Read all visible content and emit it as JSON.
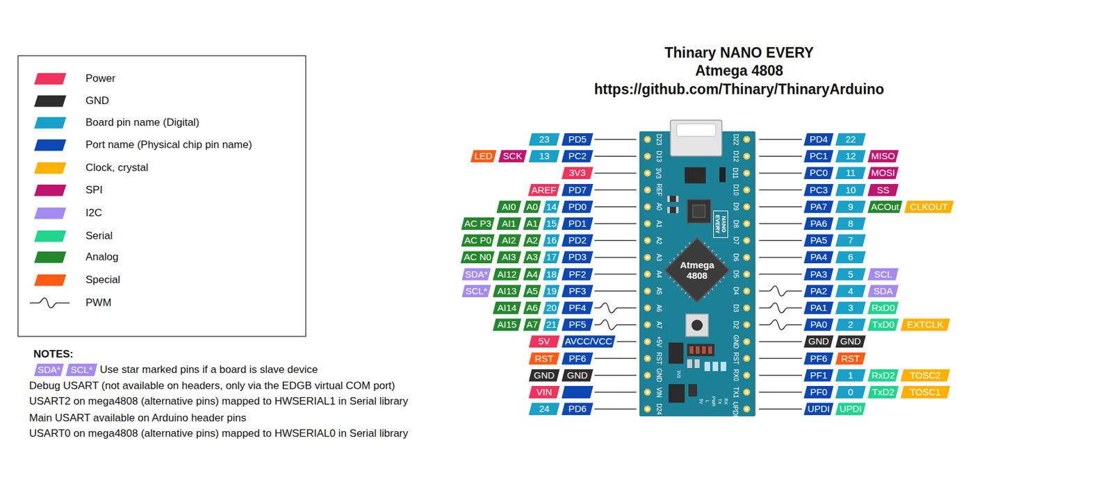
{
  "diagram": {
    "title": "Thinary NANO EVERY",
    "nodes": [
      {
        "text": [
          "Atmega 4808"
        ]
      },
      {
        "text": [
          "NANO EVERY"
        ]
      }
    ],
    "labels": [
      "23",
      "PD5",
      "LED",
      "SCK",
      "13",
      "PC2",
      "3V3",
      "AREF",
      "PD7",
      "AI0",
      "A0",
      "14",
      "PD0",
      "AC P3",
      "AI1",
      "A1",
      "15",
      "PD1",
      "AC P0",
      "AI2",
      "A2",
      "16",
      "PD2",
      "AC N0",
      "AI3",
      "A3",
      "17",
      "PD3",
      "SDA*",
      "AI12",
      "A4",
      "18",
      "PF2",
      "SCL*",
      "AI13",
      "A5",
      "19",
      "PF3",
      "AI14",
      "A6",
      "20",
      "PF4",
      "AI15",
      "A7",
      "21",
      "PF5",
      "5V",
      "AVCC/VCC",
      "RST",
      "PF6",
      "GND",
      "GND",
      "VIN",
      "24",
      "PD6",
      "PD4",
      "22",
      "PC1",
      "12",
      "MISO",
      "PC0",
      "11",
      "MOSI",
      "PC3",
      "10",
      "SS",
      "PA7",
      "9",
      "ACOut",
      "CLKOUT",
      "PA6",
      "8",
      "PA5",
      "7",
      "PA4",
      "6",
      "PA3",
      "5",
      "SCL",
      "PA2",
      "4",
      "SDA",
      "PA1",
      "3",
      "RxD0",
      "PA0",
      "2",
      "TxD0",
      "EXTCLK",
      "GND",
      "GND",
      "PF6",
      "RST",
      "PF1",
      "1",
      "RxD2",
      "TOSC2",
      "PF0",
      "0",
      "TxD2",
      "TOSC1",
      "UPDI",
      "UPDI",
      "D23",
      "D13",
      "3V3",
      "REF",
      "A0",
      "A1",
      "A2",
      "A3",
      "A4",
      "A5",
      "A6",
      "A7",
      "+5V",
      "RST",
      "GND",
      "VIN",
      "D24",
      "D22",
      "D12",
      "D11",
      "D10",
      "D9",
      "D8",
      "D7",
      "D6",
      "D5",
      "D4",
      "D3",
      "D2",
      "GND",
      "RST",
      "RX0",
      "TX1",
      "UPDI",
      "3V3",
      "5V",
      "L",
      "PWR",
      "TX",
      "RX",
      "Atmega 4808",
      "https://github.com/Thinary/ThinaryArduino",
      "NOTES:",
      "SDA*",
      "SCL*",
      "Use star marked pins if a board is slave device",
      "Debug USART (not available on headers, only via the EDGB virtual COM port)",
      "USART2 on mega4808 (alternative pins) mapped to HWSERIAL1 in Serial library",
      "Main USART available on Arduino header pins",
      "USART0 on mega4808 (alternative pins) mapped to HWSERIAL0 in Serial library"
    ],
    "legend": [
      {
        "text": "Power",
        "color": "#f0325c"
      },
      {
        "text": "GND",
        "color": "#2d2d2d"
      },
      {
        "text": "Board pin name (Digital)",
        "color": "#1aa1c9"
      },
      {
        "text": "Port name (Physical chip pin name)",
        "color": "#0c47b3"
      },
      {
        "text": "Clock, crystal",
        "color": "#ffb000"
      },
      {
        "text": "SPI",
        "color": "#c0136e"
      },
      {
        "text": "I2C",
        "color": "#a58af2"
      },
      {
        "text": "Serial",
        "color": "#1fd58e"
      },
      {
        "text": "Analog",
        "color": "#24872c"
      },
      {
        "text": "Special",
        "color": "#ff5b14"
      },
      {
        "text": "PWM"
      }
    ]
  }
}
